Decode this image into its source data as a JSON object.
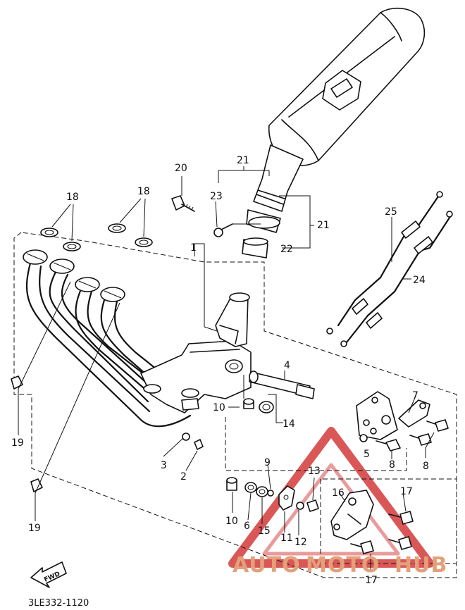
{
  "callouts": {
    "c1": "1",
    "c2": "2",
    "c3": "3",
    "c4": "4",
    "c5": "5",
    "c6": "6",
    "c7": "7",
    "c8a": "8",
    "c8b": "8",
    "c9": "9",
    "c10a": "10",
    "c10b": "10",
    "c11": "11",
    "c12": "12",
    "c13": "13",
    "c14": "14",
    "c15": "15",
    "c16": "16",
    "c17a": "17",
    "c17b": "17",
    "c18a": "18",
    "c18b": "18",
    "c19a": "19",
    "c19b": "19",
    "c20": "20",
    "c21a": "21",
    "c21b": "21",
    "c22": "22",
    "c23": "23",
    "c24": "24",
    "c25": "25"
  },
  "fwd_label": "FWD",
  "drawing_code": "3LE332-1120",
  "watermark": {
    "part1": "AUTO",
    "part2": "MOTO",
    "part3": "HUB",
    "color": "#e3a07a",
    "accent": "#cc2a2a"
  }
}
